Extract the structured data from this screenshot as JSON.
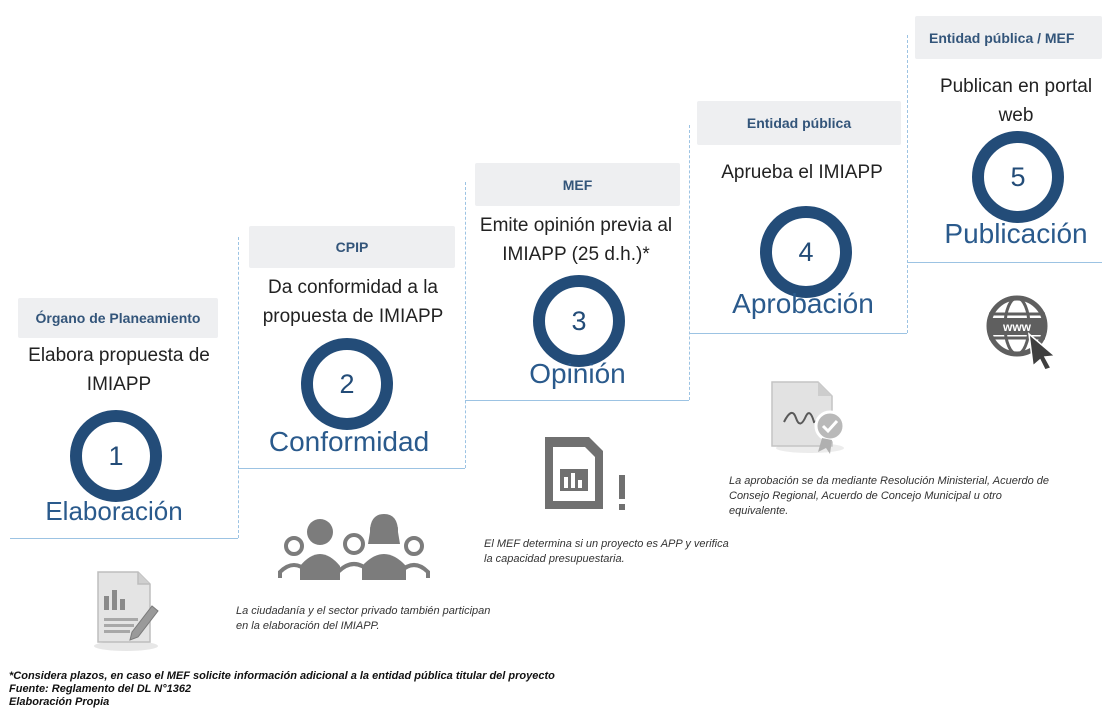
{
  "steps": [
    {
      "number": "1",
      "actor": "Órgano de Planeamiento",
      "description": "Elabora propuesta de IMIAPP",
      "phase": "Elaboración"
    },
    {
      "number": "2",
      "actor": "CPIP",
      "description": "Da conformidad a la propuesta de IMIAPP",
      "phase": "Conformidad"
    },
    {
      "number": "3",
      "actor": "MEF",
      "description": "Emite opinión previa al IMIAPP (25 d.h.)*",
      "phase": "Opinión"
    },
    {
      "number": "4",
      "actor": "Entidad pública",
      "description": "Aprueba el IMIAPP",
      "phase": "Aprobación"
    },
    {
      "number": "5",
      "actor": "Entidad pública / MEF",
      "description": "Publican en portal web",
      "phase": "Publicación"
    }
  ],
  "notes": {
    "citizens": "La ciudadanía y el sector privado también participan en la elaboración del IMIAPP.",
    "mef": "El MEF determina si un proyecto es APP y verifica la capacidad presupuestaria.",
    "approval": "La aprobación se da mediante Resolución Ministerial, Acuerdo de Consejo Regional, Acuerdo de Concejo Municipal u otro equivalente."
  },
  "icons": {
    "document": "document-chart-icon",
    "people": "people-group-icon",
    "report": "report-alert-icon",
    "certificate": "signed-certificate-icon",
    "web": "www-globe-icon"
  },
  "footer": {
    "line1": "*Considera plazos, en caso el MEF solicite información adicional a la entidad pública titular del proyecto",
    "line2": "Fuente: Reglamento del DL N°1362",
    "line3": "Elaboración Propia"
  },
  "colors": {
    "ring": "#234c78",
    "phase_text": "#2a5a8c",
    "tag_bg": "#eeeff1",
    "tag_text": "#33557a",
    "connector": "#9cc3e3"
  }
}
